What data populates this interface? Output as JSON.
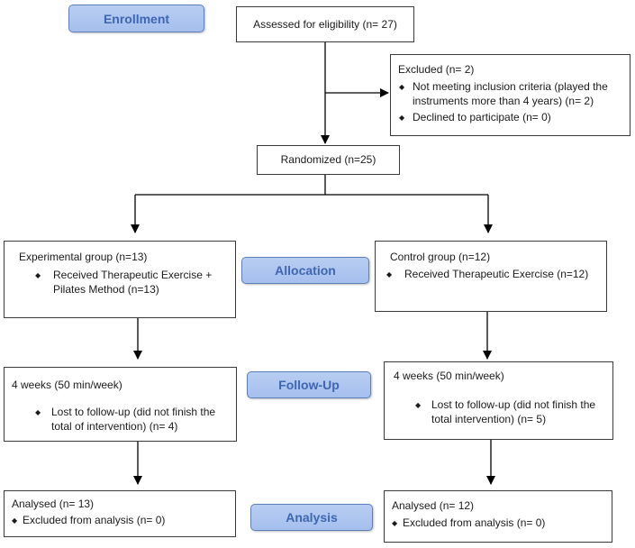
{
  "stages": {
    "enrollment": "Enrollment",
    "allocation": "Allocation",
    "follow_up": "Follow-Up",
    "analysis": "Analysis"
  },
  "assessed": "Assessed for eligibility (n= 27)",
  "excluded": {
    "title": "Excluded (n= 2)",
    "item1_line1": "Not meeting inclusion criteria (played the",
    "item1_line2": "instruments more than 4 years) (n= 2)",
    "item2": "Declined to participate (n= 0)"
  },
  "randomized": "Randomized (n=25)",
  "experimental": {
    "allocation_title": "Experimental group (n=13)",
    "allocation_item_line1": "Received Therapeutic Exercise +",
    "allocation_item_line2": "Pilates Method (n=13)",
    "followup_title": "4 weeks (50 min/week)",
    "followup_item_line1": "Lost to follow-up (did not finish the",
    "followup_item_line2": "total of intervention) (n= 4)",
    "analysed": "Analysed (n= 13)",
    "excluded_analysis": "Excluded from analysis (n= 0)"
  },
  "control": {
    "allocation_title": "Control group (n=12)",
    "allocation_item": "Received Therapeutic Exercise (n=12)",
    "followup_title": "4 weeks (50 min/week)",
    "followup_item_line1": "Lost to follow-up (did not finish the",
    "followup_item_line2": "total intervention) (n= 5)",
    "analysed": "Analysed (n= 12)",
    "excluded_analysis": "Excluded from analysis (n= 0)"
  }
}
